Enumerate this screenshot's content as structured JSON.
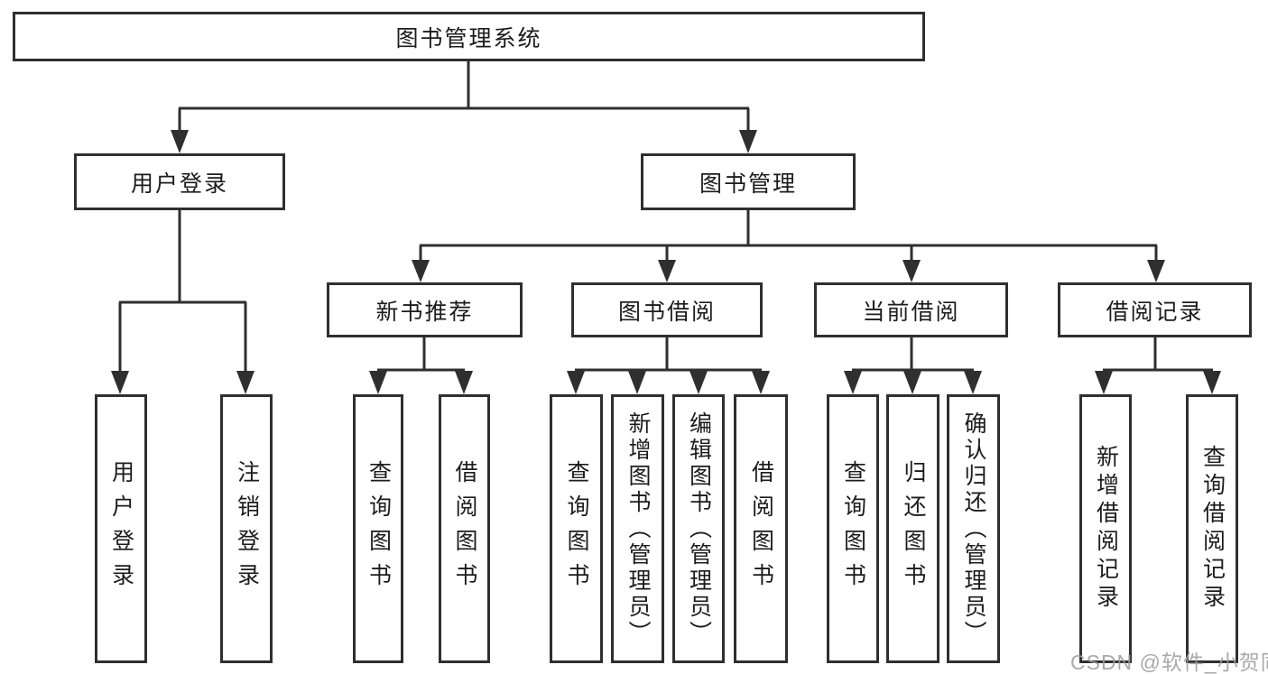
{
  "nodes": {
    "root": {
      "label": "图书管理系统"
    },
    "user_login": {
      "label": "用户登录",
      "children": [
        {
          "label": "用户登录"
        },
        {
          "label": "注销登录"
        }
      ]
    },
    "book_management": {
      "label": "图书管理"
    },
    "new_books": {
      "label": "新书推荐",
      "children": [
        {
          "label": "查询图书"
        },
        {
          "label": "借阅图书"
        }
      ]
    },
    "book_borrow": {
      "label": "图书借阅",
      "children": [
        {
          "label": "查询图书"
        },
        {
          "label": "新增图书（管理员）"
        },
        {
          "label": "编辑图书（管理员）"
        },
        {
          "label": "借阅图书"
        }
      ]
    },
    "current_borrow": {
      "label": "当前借阅",
      "children": [
        {
          "label": "查询图书"
        },
        {
          "label": "归还图书"
        },
        {
          "label": "确认归还（管理员）"
        }
      ]
    },
    "borrow_records": {
      "label": "借阅记录",
      "children": [
        {
          "label": "新增借阅记录"
        },
        {
          "label": "查询借阅记录"
        }
      ]
    }
  },
  "watermark": {
    "text": "CSDN @软件_小贺同学"
  },
  "colors": {
    "line": "#2f2f2f",
    "text": "#1c1c1c",
    "watermark": "#9e9e9e",
    "background": "#ffffff"
  }
}
